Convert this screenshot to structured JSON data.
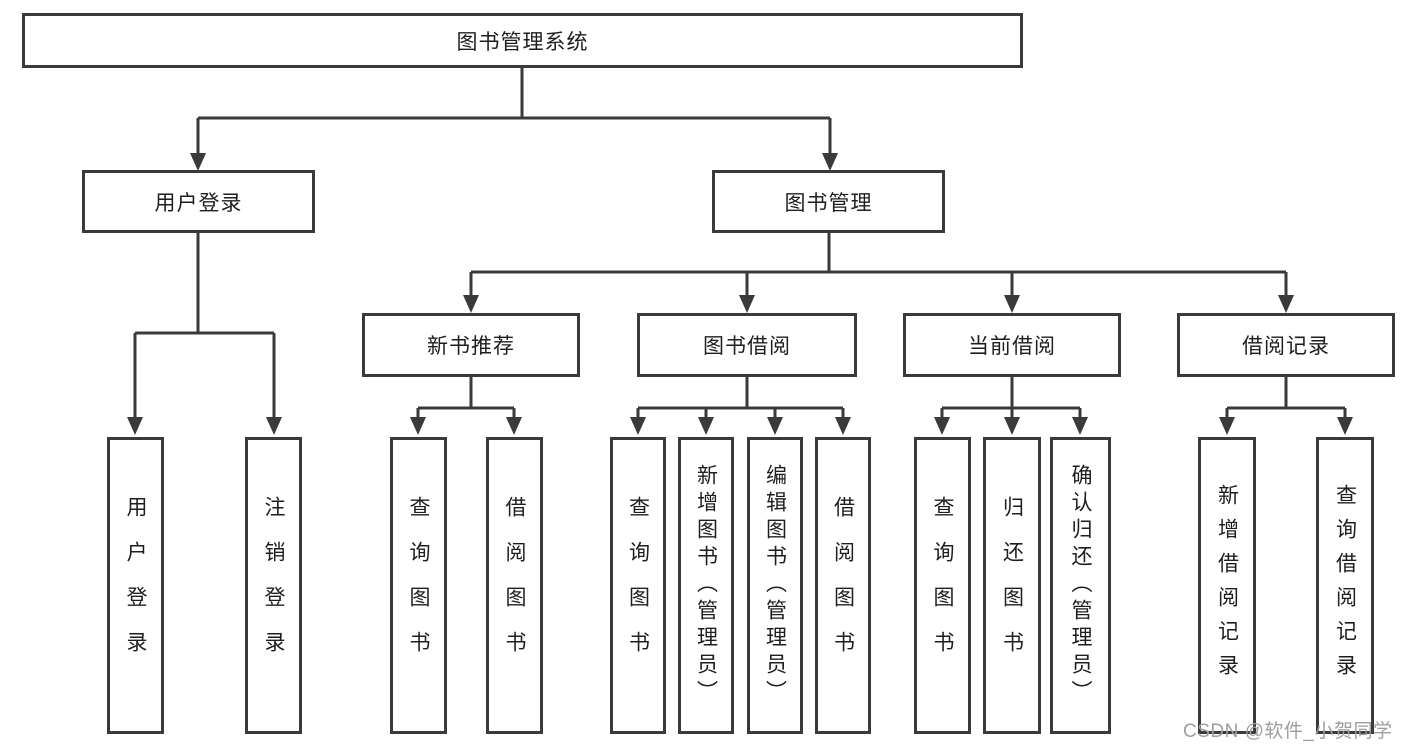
{
  "nodes": {
    "root": "图书管理系统",
    "user_login": "用户登录",
    "book_mgmt": "图书管理",
    "new_book_rec": "新书推荐",
    "book_borrow": "图书借阅",
    "current_borrow": "当前借阅",
    "borrow_record": "借阅记录",
    "leaf_user_login": "用户登录",
    "leaf_logout": "注销登录",
    "leaf_nbr_query": "查询图书",
    "leaf_nbr_borrow": "借阅图书",
    "leaf_bb_query": "查询图书",
    "leaf_bb_add": "新增图书（管理员）",
    "leaf_bb_edit": "编辑图书（管理员）",
    "leaf_bb_borrow": "借阅图书",
    "leaf_cb_query": "查询图书",
    "leaf_cb_return": "归还图书",
    "leaf_cb_confirm": "确认归还（管理员）",
    "leaf_br_add": "新增借阅记录",
    "leaf_br_query": "查询借阅记录"
  },
  "watermark": "CSDN @软件_小贺同学",
  "colors": {
    "line": "#3a3a3a",
    "text": "#1e1e1e",
    "watermark": "#9e9e9e"
  }
}
